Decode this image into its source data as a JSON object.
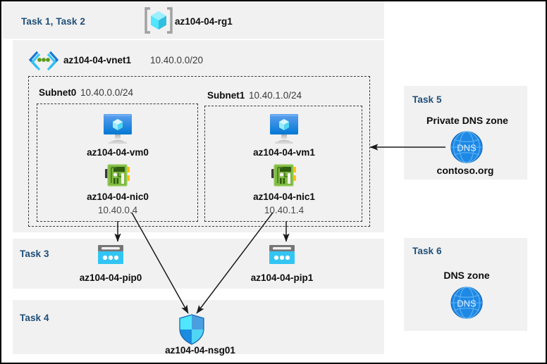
{
  "diagram": {
    "title_region": {
      "tasks_label": "Task 1, Task 2",
      "resource_group_name": "az104-04-rg1",
      "resource_group_icon": "resource-group-cube-icon"
    },
    "vnet": {
      "icon": "virtual-network-icon",
      "name": "az104-04-vnet1",
      "address_space": "10.40.0.0/20"
    },
    "subnets": [
      {
        "label": "Subnet0",
        "cidr": "10.40.0.0/24",
        "vm": {
          "name": "az104-04-vm0",
          "icon": "virtual-machine-icon"
        },
        "nic": {
          "name": "az104-04-nic0",
          "ip": "10.40.0.4",
          "icon": "network-interface-icon"
        }
      },
      {
        "label": "Subnet1",
        "cidr": "10.40.1.0/24",
        "vm": {
          "name": "az104-04-vm1",
          "icon": "virtual-machine-icon"
        },
        "nic": {
          "name": "az104-04-nic1",
          "ip": "10.40.1.4",
          "icon": "network-interface-icon"
        }
      }
    ],
    "task3": {
      "task_label": "Task 3",
      "public_ips": [
        {
          "name": "az104-04-pip0",
          "icon": "public-ip-address-icon"
        },
        {
          "name": "az104-04-pip1",
          "icon": "public-ip-address-icon"
        }
      ]
    },
    "task4": {
      "task_label": "Task 4",
      "nsg": {
        "name": "az104-04-nsg01",
        "icon": "network-security-group-shield-icon"
      }
    },
    "task5": {
      "task_label": "Task 5",
      "heading": "Private DNS zone",
      "zone_name": "contoso.org",
      "icon": "dns-globe-icon",
      "icon_text": "DNS"
    },
    "task6": {
      "task_label": "Task 6",
      "heading": "DNS zone",
      "icon": "dns-globe-icon",
      "icon_text": "DNS"
    },
    "colors": {
      "panel_background": "#f1f1f1",
      "task_label_blue": "#1f4e79",
      "azure_blue": "#0078d4",
      "cyan": "#32c5f4",
      "nic_green": "#6fa62f",
      "dns_blue": "#1e88e5",
      "dashed_border": "#3b3b3b",
      "outer_border": "#000000"
    }
  }
}
